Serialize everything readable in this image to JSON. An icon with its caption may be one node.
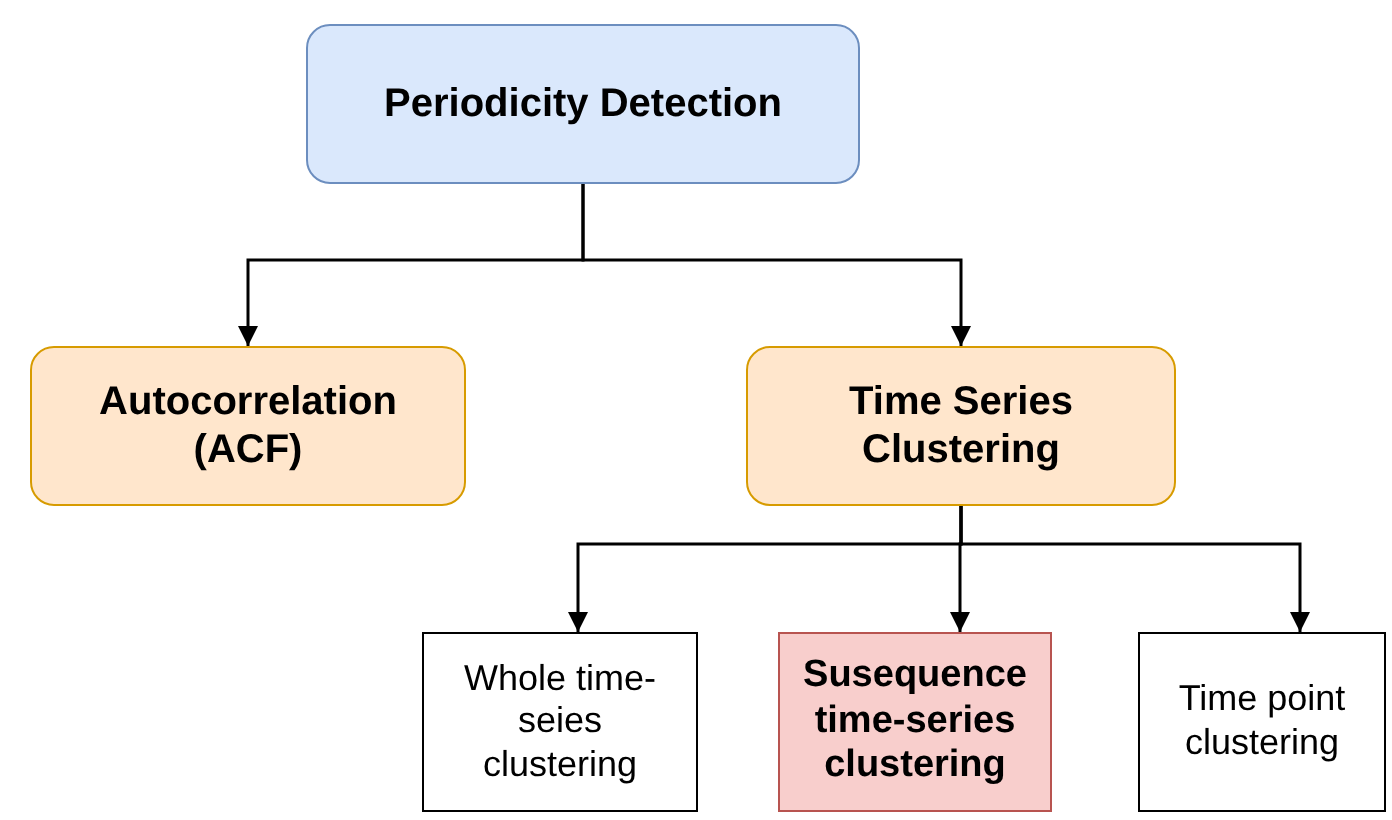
{
  "diagram": {
    "nodes": [
      {
        "text": [
          "Periodicity Detection"
        ]
      },
      {
        "text": [
          "Autocorrelation (ACF)"
        ]
      },
      {
        "text": [
          "Time Series Clustering"
        ]
      },
      {
        "text": [
          "Whole time-seies clustering"
        ]
      },
      {
        "text": [
          "Susequence time-series clustering"
        ]
      },
      {
        "text": [
          "Time point clustering"
        ]
      }
    ],
    "edges": [
      {
        "from": 0,
        "to": 1,
        "arrow": "to"
      },
      {
        "from": 0,
        "to": 2,
        "arrow": "to"
      },
      {
        "from": 2,
        "to": 3,
        "arrow": "to"
      },
      {
        "from": 2,
        "to": 4,
        "arrow": "to"
      },
      {
        "from": 2,
        "to": 5,
        "arrow": "to"
      }
    ]
  }
}
